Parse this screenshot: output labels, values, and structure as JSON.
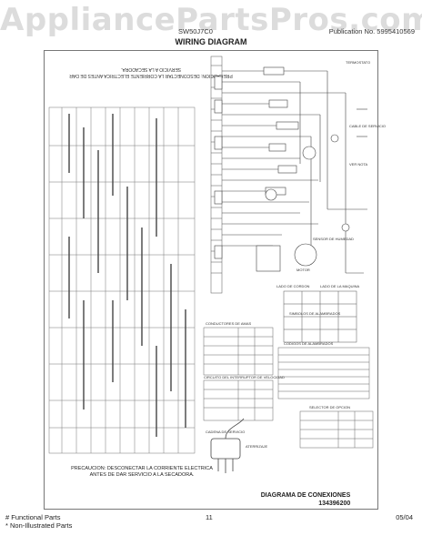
{
  "watermark": "AppliancePartsPros.com",
  "header": {
    "model_fragment": "SW50J7C0",
    "part_info": "Publication No. 5995410569",
    "title": "WIRING DIAGRAM"
  },
  "caution_vertical": "PRECAUCION: DESCONECTAR LA CORRIENTE ELECTRICA ANTES DE DAR SERVICIO A LA SECADORA.",
  "tables": {
    "conductor_title": "CONDUCTORES DE AMAS",
    "circuit_title": "CIRCUITO DEL INTERRUPTOR DE VELOCIDAD",
    "gauge_title": "SIMBOLOS DE ALAMBRADOS",
    "selector_title": "SELECTOR DE OPCION",
    "codigo_title": "CODIGOS DE ALAMBRADOS"
  },
  "labels": {
    "termostato": "TERMOSTATO",
    "motor": "MOTOR",
    "cable_servicio": "CABLE DE SERVICIO",
    "ver_nota": "VER NOTA",
    "sensor": "SENSOR DE HUMEDAD",
    "lado_cordon": "LADO DE CORDON",
    "lado_maquina": "LADO DE LA MAQUINA",
    "diagrama_conexiones": "DIAGRAMA DE CONEXIONES",
    "cadena_servicio": "CADENA DE SERVICIO",
    "aterrizaje": "ATERRIZAJE"
  },
  "caution_bottom": "PRECAUCION: DESCONECTAR LA CORRIENTE ELECTRICA ANTES DE DAR SERVICIO A LA SECADORA.",
  "diagram_number": "134396200",
  "footer": {
    "functional": "# Functional Parts",
    "non_illustrated": "* Non-Illustrated Parts",
    "page": "11",
    "date": "05/04"
  }
}
